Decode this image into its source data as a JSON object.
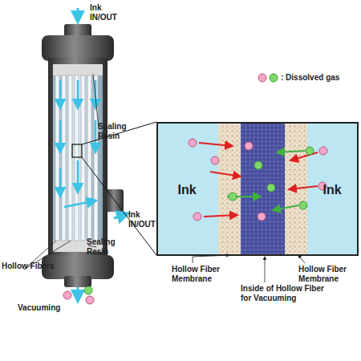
{
  "diagram": {
    "nodes": [
      {
        "text": [
          "Ink"
        ]
      },
      {
        "text": [
          "Ink"
        ]
      }
    ],
    "labels": [
      "Ink IN/OUT",
      "Sealing Resin",
      "Ink IN/OUT",
      "Hollow Fibers",
      "Vacuuming",
      "Sealing Resin",
      "Hollow Fiber Membrane",
      "Hollow Fiber Membrane",
      "Inside of Hollow Fiber for Vacuuming"
    ],
    "legend": [
      {
        "text": ": Dissolved gas"
      }
    ]
  }
}
